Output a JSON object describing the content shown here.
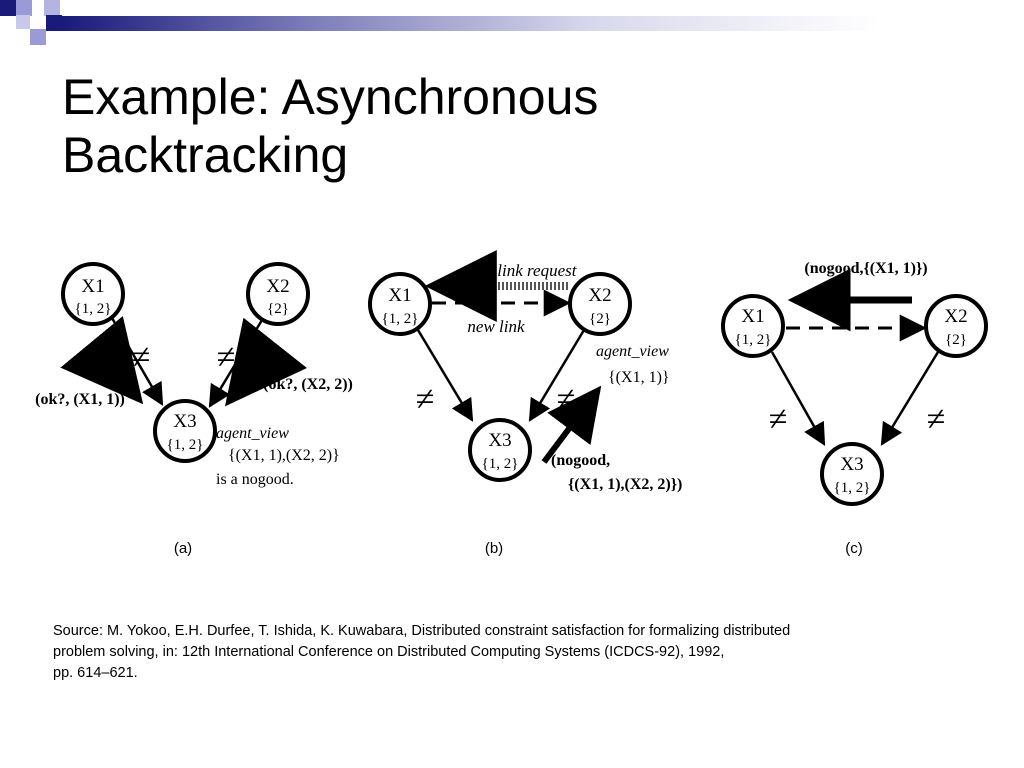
{
  "slide": {
    "title_line1": "Example: Asynchronous",
    "title_line2": "Backtracking",
    "source_line1": "Source: M. Yokoo, E.H. Durfee, T. Ishida, K. Kuwabara, Distributed constraint satisfaction for formalizing distributed",
    "source_line2": "problem solving, in: 12th International Conference on Distributed Computing Systems (ICDCS-92), 1992,",
    "source_line3": "pp. 614–621."
  },
  "colors": {
    "deco_navy": "#1a1a7a",
    "deco_light": "#9a9ad8",
    "deco_gradient_end": "#ffffff"
  },
  "diagram": {
    "a": {
      "x1_label": "X1",
      "x1_domain": "{1, 2}",
      "x2_label": "X2",
      "x2_domain": "{2}",
      "x3_label": "X3",
      "x3_domain": "{1, 2}",
      "neq_left": "≠",
      "neq_right": "≠",
      "msg_left": "(ok?, (X1, 1))",
      "msg_right": "(ok?, (X2, 2))",
      "agent_view_label": "agent_view",
      "agent_view_value": "{(X1, 1),(X2, 2)}",
      "nogood_note": "is a nogood.",
      "caption": "(a)"
    },
    "b": {
      "x1_label": "X1",
      "x1_domain": "{1, 2}",
      "x2_label": "X2",
      "x2_domain": "{2}",
      "x3_label": "X3",
      "x3_domain": "{1, 2}",
      "add_link_request": "add link request",
      "new_link": "new link",
      "neq_left": "≠",
      "neq_right": "≠",
      "agent_view_label": "agent_view",
      "agent_view_value": "{(X1, 1)}",
      "nogood_line1": "(nogood,",
      "nogood_line2": "{(X1, 1),(X2, 2)})",
      "caption": "(b)"
    },
    "c": {
      "x1_label": "X1",
      "x1_domain": "{1, 2}",
      "x2_label": "X2",
      "x2_domain": "{2}",
      "x3_label": "X3",
      "x3_domain": "{1, 2}",
      "nogood_msg": "(nogood,{(X1, 1)})",
      "neq_left": "≠",
      "neq_right": "≠",
      "caption": "(c)"
    }
  }
}
